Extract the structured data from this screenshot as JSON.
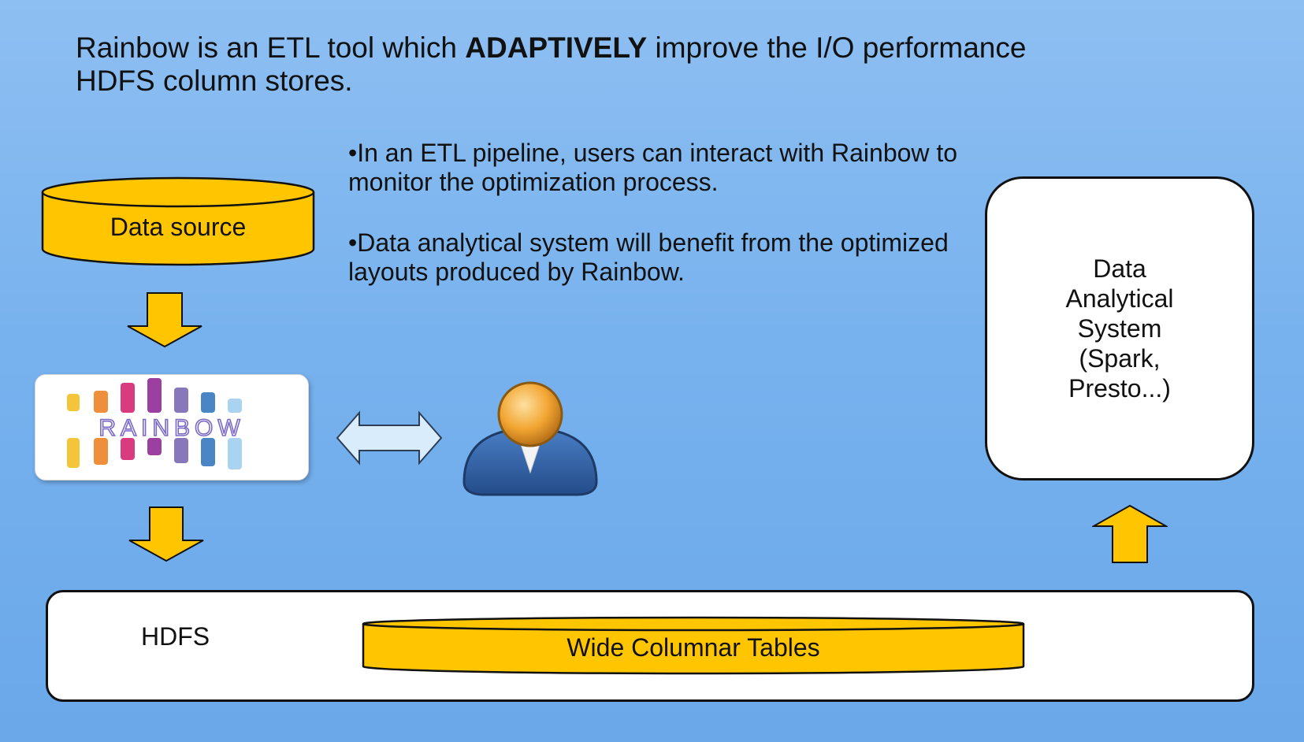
{
  "header": {
    "text_before": "Rainbow is an ETL tool which ",
    "text_bold": "ADAPTIVELY",
    "text_after": " improve the I/O performance HDFS column stores."
  },
  "bullets": [
    "•In an ETL pipeline, users can interact with Rainbow to monitor the optimization process.",
    "•Data analytical system will benefit from the optimized layouts produced by Rainbow."
  ],
  "data_source": {
    "label": "Data source"
  },
  "rainbow": {
    "logo_text": "RAINBOW"
  },
  "analytical_system": {
    "label": "Data\nAnalytical\nSystem\n(Spark,\nPresto...)"
  },
  "hdfs": {
    "label": "HDFS",
    "table_label": "Wide Columnar Tables"
  },
  "colors": {
    "cylinder_fill": "#ffc600",
    "arrow_fill": "#ffc600",
    "outline": "#111111",
    "double_arrow_fill": "#d9ecfb",
    "double_arrow_stroke": "#2d3d55",
    "user_head": "#f2a531",
    "user_body": "#2f5fa6",
    "logo_letters": [
      "#f06aa7",
      "#ef8f3a",
      "#f4c43a",
      "#d93b7f",
      "#9b3fa0",
      "#8877bb",
      "#4a86c6",
      "#7c69c7"
    ]
  },
  "icons": [
    "down-arrow-icon",
    "up-arrow-icon",
    "double-arrow-icon",
    "user-icon",
    "rainbow-logo"
  ]
}
